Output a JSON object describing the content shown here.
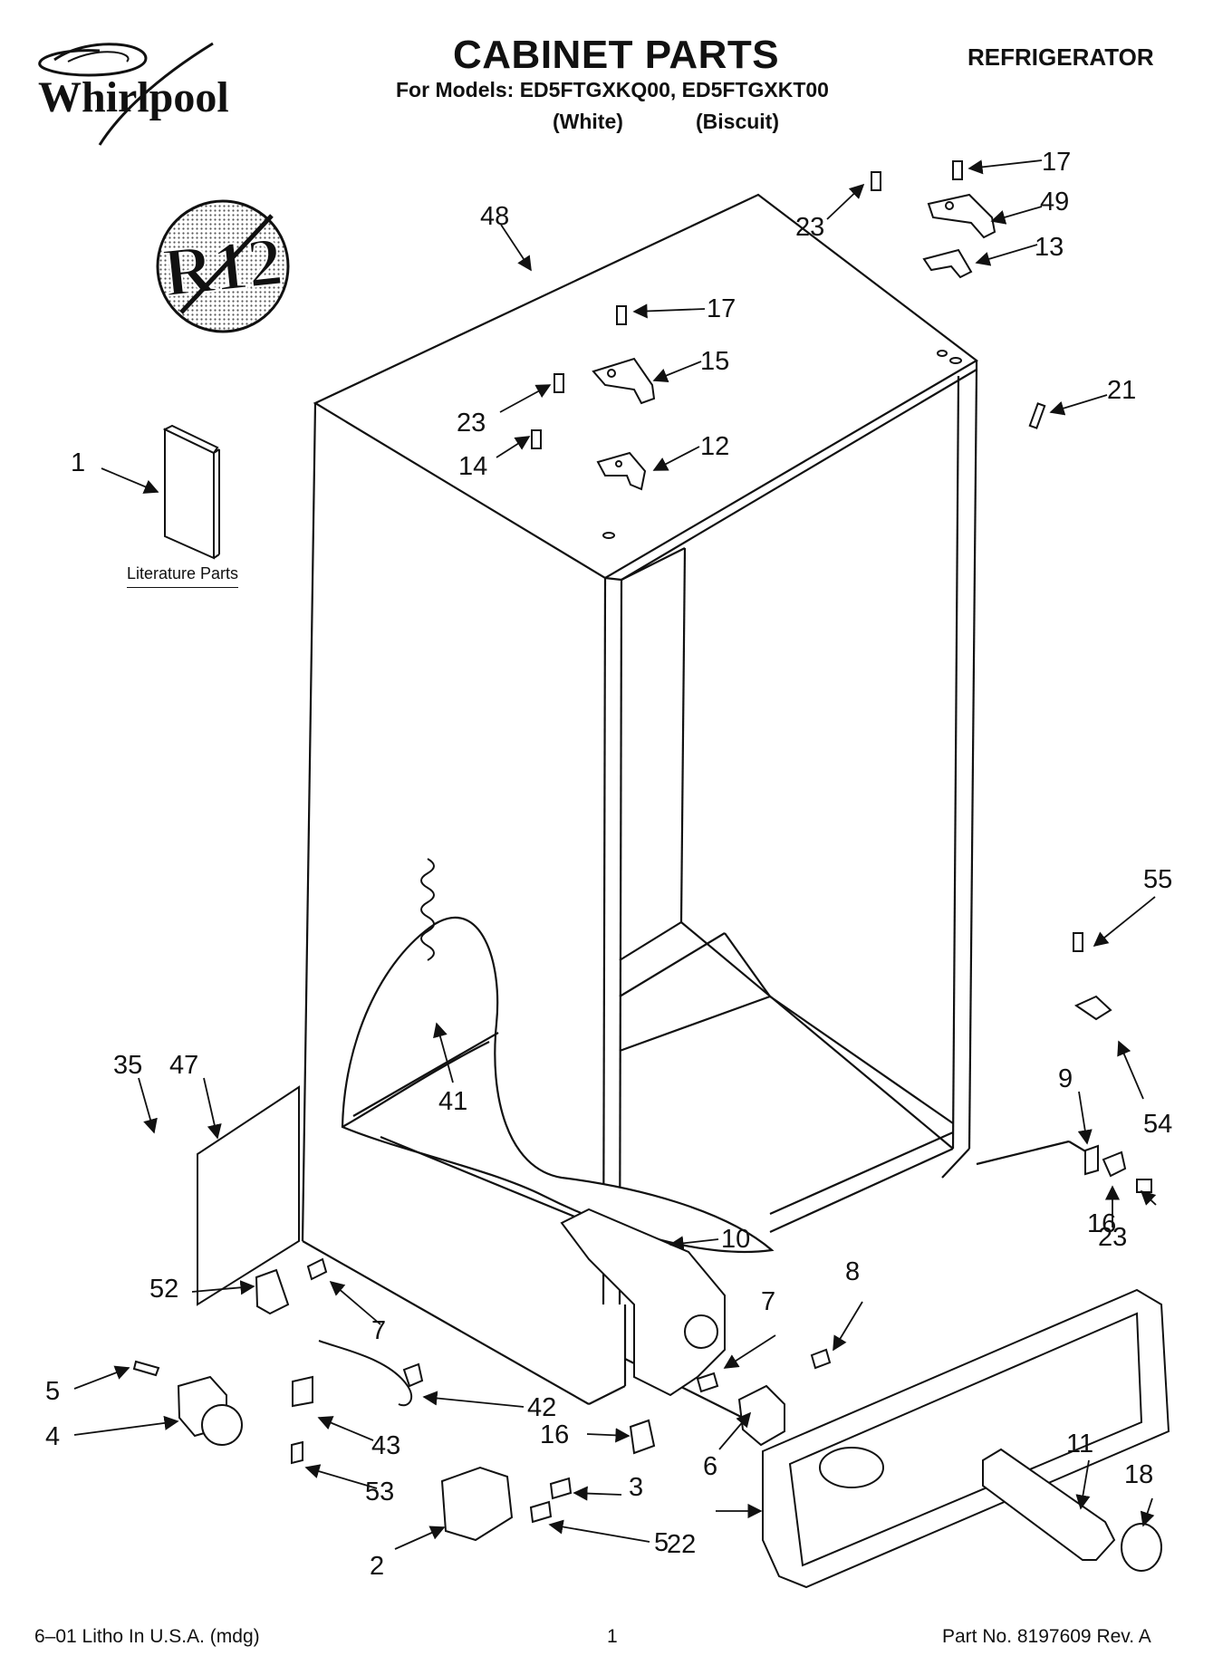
{
  "header": {
    "brand": "Whirlpool",
    "title": "CABINET PARTS",
    "models": "For Models: ED5FTGXKQ00, ED5FTGXKT00",
    "color_white": "(White)",
    "color_biscuit": "(Biscuit)",
    "category": "REFRIGERATOR"
  },
  "badge": {
    "text": "R12"
  },
  "literature_label": "Literature Parts",
  "footer": {
    "left": "6–01 Litho In U.S.A. (mdg)",
    "page": "1",
    "right": "Part No. 8197609 Rev. A"
  },
  "callouts": [
    "48",
    "17",
    "23",
    "49",
    "13",
    "17",
    "15",
    "23",
    "14",
    "12",
    "21",
    "1",
    "55",
    "54",
    "9",
    "16",
    "23",
    "35",
    "47",
    "41",
    "10",
    "52",
    "7",
    "7",
    "8",
    "5",
    "4",
    "42",
    "43",
    "16",
    "6",
    "53",
    "3",
    "22",
    "11",
    "18",
    "5",
    "2"
  ],
  "colors": {
    "ink": "#111111",
    "badge_gray": "#bdbdbd"
  }
}
